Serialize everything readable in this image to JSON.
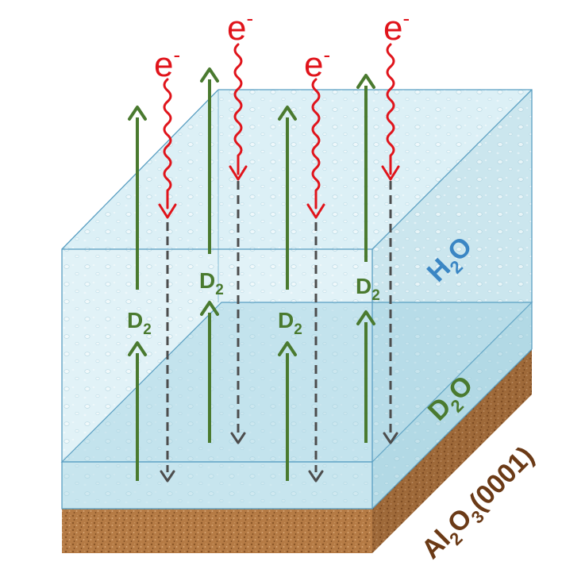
{
  "electron": {
    "symbol": "e",
    "charge": "-"
  },
  "product": {
    "symbol": "D",
    "subscript": "2"
  },
  "layers": {
    "top": {
      "prefix": "H",
      "sub": "2",
      "suffix": "O"
    },
    "middle": {
      "prefix": "D",
      "sub": "2",
      "suffix": "O"
    },
    "substrate": {
      "el1": "Al",
      "sub1": "2",
      "el2": "O",
      "sub2": "3",
      "face": "(0001)"
    }
  },
  "colors": {
    "electron": "#e0141b",
    "d2_arrow": "#4a7a2f",
    "dashed_path": "#4d4d4d",
    "h2o_label": "#3a86c4",
    "d2o_label": "#4a7a2f",
    "substrate_label": "#6b3a16",
    "substrate_fill": "#b47a43",
    "water_fill": "#bfe3ee"
  }
}
